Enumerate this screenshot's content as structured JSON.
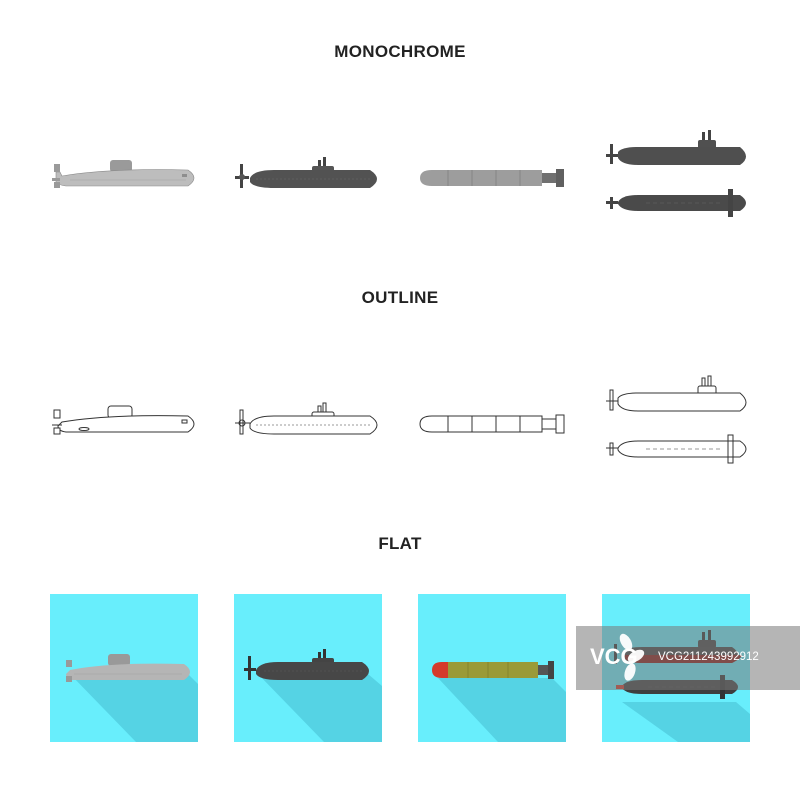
{
  "sections": {
    "monochrome": {
      "title": "MONOCHROME"
    },
    "outline": {
      "title": "OUTLINE"
    },
    "flat": {
      "title": "FLAT"
    }
  },
  "icons": [
    {
      "style": "monochrome",
      "subject": "submarine-icon"
    },
    {
      "style": "monochrome",
      "subject": "nuclear-submarine-icon"
    },
    {
      "style": "monochrome",
      "subject": "torpedo-icon"
    },
    {
      "style": "monochrome",
      "subject": "submarine-pair-icon"
    },
    {
      "style": "outline",
      "subject": "submarine-icon"
    },
    {
      "style": "outline",
      "subject": "nuclear-submarine-icon"
    },
    {
      "style": "outline",
      "subject": "torpedo-icon"
    },
    {
      "style": "outline",
      "subject": "submarine-pair-icon"
    },
    {
      "style": "flat",
      "subject": "submarine-icon"
    },
    {
      "style": "flat",
      "subject": "nuclear-submarine-icon"
    },
    {
      "style": "flat",
      "subject": "torpedo-icon"
    },
    {
      "style": "flat",
      "subject": "submarine-pair-icon"
    }
  ],
  "watermark": {
    "brand": "VCG",
    "id": "VCG211243992912"
  },
  "colors": {
    "flat_background": "#68eefc",
    "flat_shadow": "#55d3e4",
    "grey_light": "#b9b9b9",
    "grey_dark": "#505050",
    "torpedo_green": "#9a9a38",
    "torpedo_red": "#d43a2a",
    "hull_red": "#8a1a12"
  }
}
